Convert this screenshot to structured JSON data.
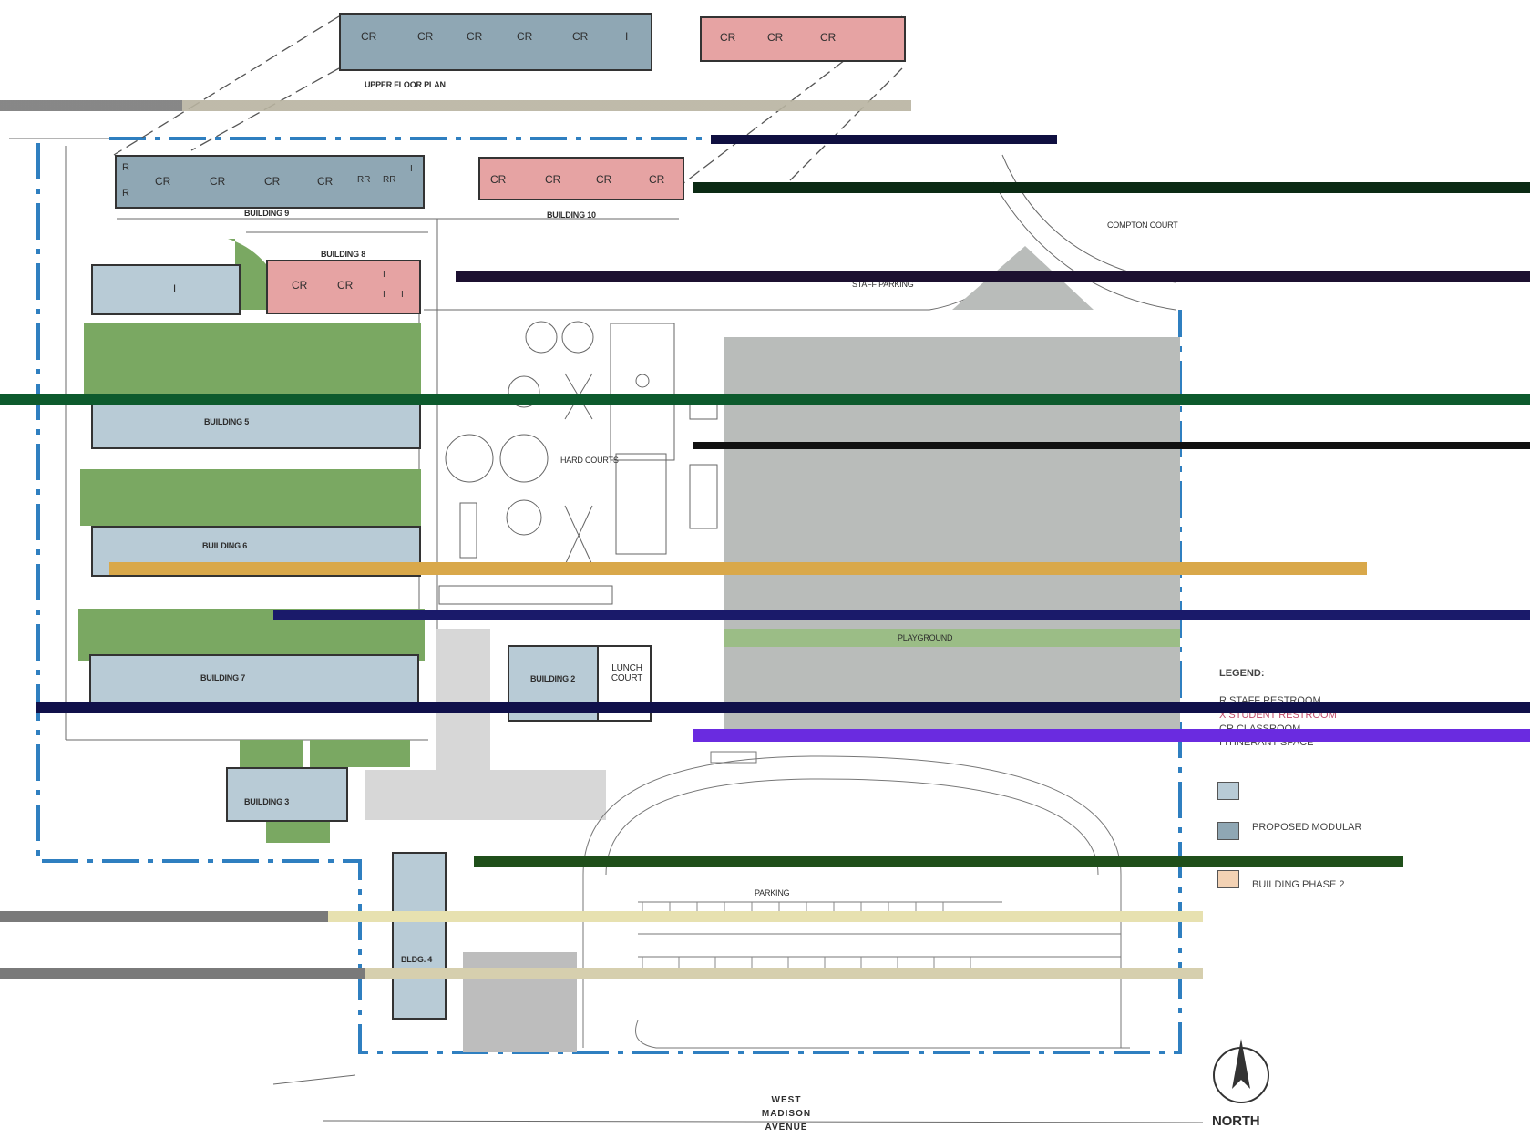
{
  "upper_floor": {
    "title": "UPPER FLOOR PLAN",
    "blue_rooms": [
      "CR",
      "CR",
      "CR",
      "CR",
      "CR",
      "I"
    ],
    "pink_rooms": [
      "CR",
      "CR",
      "CR"
    ]
  },
  "buildings": {
    "b9": {
      "name": "BUILDING 9",
      "rooms": [
        "R",
        "R",
        "CR",
        "CR",
        "CR",
        "CR",
        "RR",
        "RR",
        "I"
      ]
    },
    "b10": {
      "name": "BUILDING 10",
      "rooms": [
        "CR",
        "CR",
        "CR",
        "CR"
      ]
    },
    "b8": {
      "name": "BUILDING 8",
      "rooms": [
        "CR",
        "CR",
        "I",
        "I",
        "I"
      ]
    },
    "library": {
      "name": "L"
    },
    "b5": {
      "name": "BUILDING 5"
    },
    "b6": {
      "name": "BUILDING 6"
    },
    "b7": {
      "name": "BUILDING 7"
    },
    "b2": {
      "name": "BUILDING 2"
    },
    "b3": {
      "name": "BUILDING 3"
    },
    "b4": {
      "name": "BLDG. 4"
    }
  },
  "areas": {
    "lunch_court": "LUNCH COURT",
    "hard_courts": "HARD COURTS",
    "playground": "PLAYGROUND",
    "staff_parking": "STAFF PARKING",
    "parking": "PARKING",
    "compton_court": "COMPTON COURT",
    "street": "WEST MADISON AVENUE",
    "north": "NORTH"
  },
  "legend": {
    "title": "LEGEND:",
    "items": [
      "R    STAFF RESTROOM",
      "X    STUDENT RESTROOM",
      "CR   CLASSROOM",
      "I    ITINERANT SPACE",
      "PROPOSED MODULAR",
      "BUILDING PHASE 2"
    ]
  },
  "colors": {
    "existing": "#b8cbd6",
    "upper_blue": "#8fa7b4",
    "proposed": "#e6a3a3",
    "lawn": "#7aa862",
    "asphalt": "#b9bcba",
    "boundary": "#2f7fc0"
  }
}
